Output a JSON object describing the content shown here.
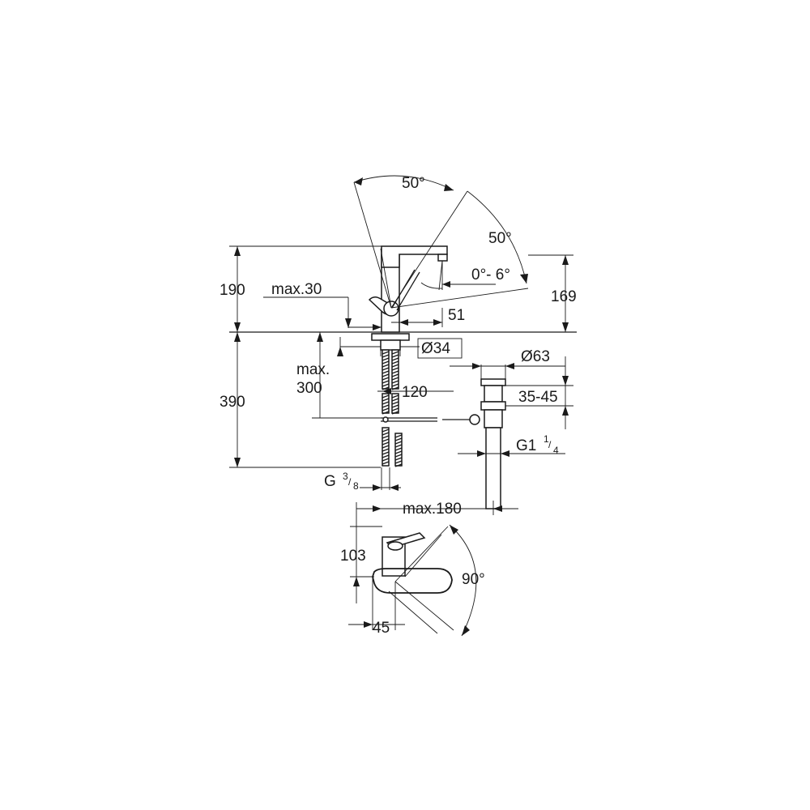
{
  "dimensions": {
    "spout_angle_top": "50°",
    "lever_angle_right": "50°",
    "spout_tilt": "0°- 6°",
    "height_190": "190",
    "height_169": "169",
    "reach_max30": "max.30",
    "offset_51": "51",
    "diameter_34": "Ø34",
    "depth_max_label": "max.",
    "depth_max_value": "300",
    "supply_120": "120",
    "height_390": "390",
    "waste_diameter_63": "Ø63",
    "waste_range": "35-45",
    "waste_thread_main": "G1",
    "waste_thread_num": "1",
    "waste_thread_den": "4",
    "supply_thread_main": "G",
    "supply_thread_num": "3",
    "supply_thread_den": "8",
    "swing_max180": "max.180",
    "plan_103": "103",
    "plan_angle_90": "90°",
    "plan_45": "45"
  }
}
